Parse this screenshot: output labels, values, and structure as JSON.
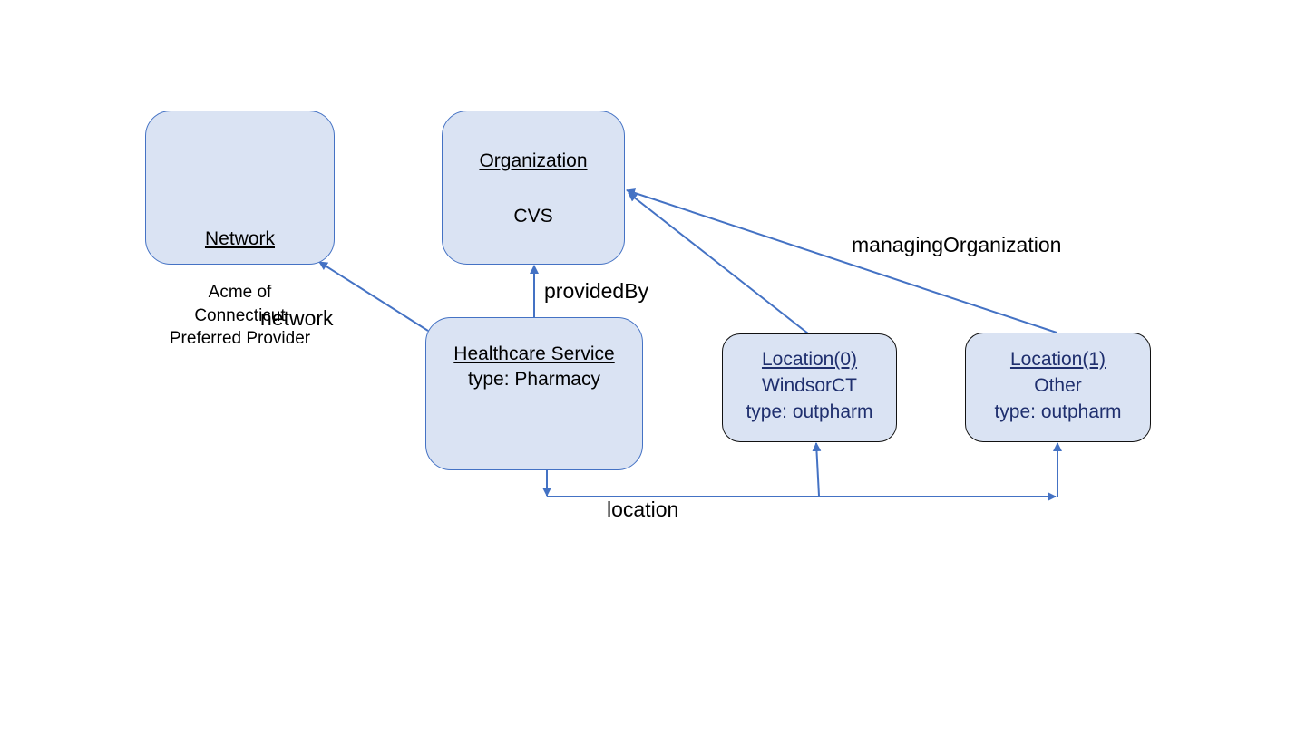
{
  "colors": {
    "node_fill": "#dae3f3",
    "node_border": "#4472c4",
    "location_border": "#111111",
    "location_text": "#1f2f6e",
    "edge": "#4472c4"
  },
  "nodes": {
    "network": {
      "title": "Network",
      "lines": [
        "Acme of",
        "Connecticut",
        "Preferred Provider"
      ]
    },
    "organization": {
      "title": "Organization",
      "lines": [
        "CVS"
      ]
    },
    "healthcare_service": {
      "title": "Healthcare Service",
      "lines": [
        "type: Pharmacy"
      ]
    },
    "location0": {
      "title": "Location(0)",
      "lines": [
        "WindsorCT",
        "type: outpharm"
      ]
    },
    "location1": {
      "title": "Location(1)",
      "lines": [
        "Other",
        "type: outpharm"
      ]
    }
  },
  "edges": [
    {
      "label": "network",
      "from": "Healthcare Service",
      "to": "Network"
    },
    {
      "label": "providedBy",
      "from": "Healthcare Service",
      "to": "Organization"
    },
    {
      "label": "managingOrganization",
      "from": "Location(0)",
      "to": "Organization"
    },
    {
      "label": "managingOrganization",
      "from": "Location(1)",
      "to": "Organization"
    },
    {
      "label": "location",
      "from": "Healthcare Service",
      "to": "Location(0)"
    },
    {
      "label": "location",
      "from": "Healthcare Service",
      "to": "Location(1)"
    }
  ],
  "edge_labels": {
    "network": "network",
    "provided_by": "providedBy",
    "managing_organization": "managingOrganization",
    "location": "location"
  }
}
